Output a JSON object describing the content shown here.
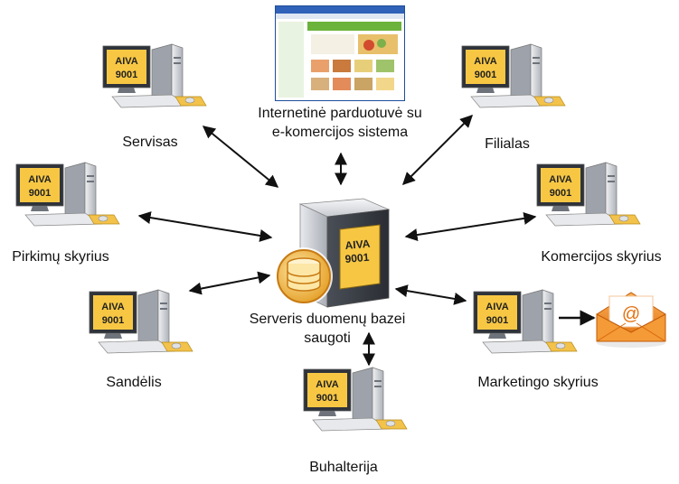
{
  "screen_badge": [
    "AIVA",
    "9001"
  ],
  "nodes": {
    "website": [
      "Internetinė parduotuvė su",
      "e-komercijos sistema"
    ],
    "service": "Servisas",
    "branch": "Filialas",
    "purchasing": "Pirkimų skyrius",
    "commerce": "Komercijos skyrius",
    "warehouse": "Sandėlis",
    "marketing": "Marketingo skyrius",
    "accounting": "Buhalterija",
    "server": [
      "Serveris duomenų bazei",
      "saugoti"
    ]
  },
  "email_icon_symbol": "@",
  "colors": {
    "arrow": "#111111",
    "screen_yellow": "#f7c744",
    "case_grey": "#c9ccd1",
    "email_orange": "#f08a1a"
  }
}
